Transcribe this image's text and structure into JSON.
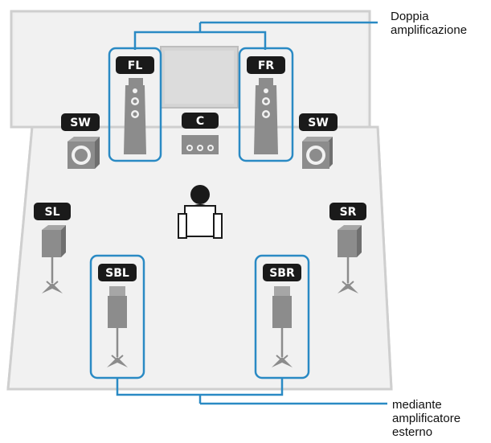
{
  "labels": {
    "bi_amp_line1": "Doppia",
    "bi_amp_line2": "amplificazione",
    "ext_amp_line1": "mediante",
    "ext_amp_line2": "amplificatore",
    "ext_amp_line3": "esterno"
  },
  "speakers": {
    "fl": "FL",
    "fr": "FR",
    "c": "C",
    "sw_left": "SW",
    "sw_right": "SW",
    "sl": "SL",
    "sr": "SR",
    "sbl": "SBL",
    "sbr": "SBR"
  },
  "colors": {
    "room_fill": "#efefef",
    "room_stroke": "#cfcfcf",
    "badge": "#1a1a1a",
    "bracket": "#2a8ac4",
    "speaker_gray": "#8c8c8c",
    "tv": "#d6d6d6"
  },
  "icons": [
    "listener-icon",
    "floor-speaker-icon",
    "center-speaker-icon",
    "subwoofer-icon",
    "bookshelf-speaker-icon",
    "speaker-stand-icon",
    "tv-screen-icon"
  ]
}
